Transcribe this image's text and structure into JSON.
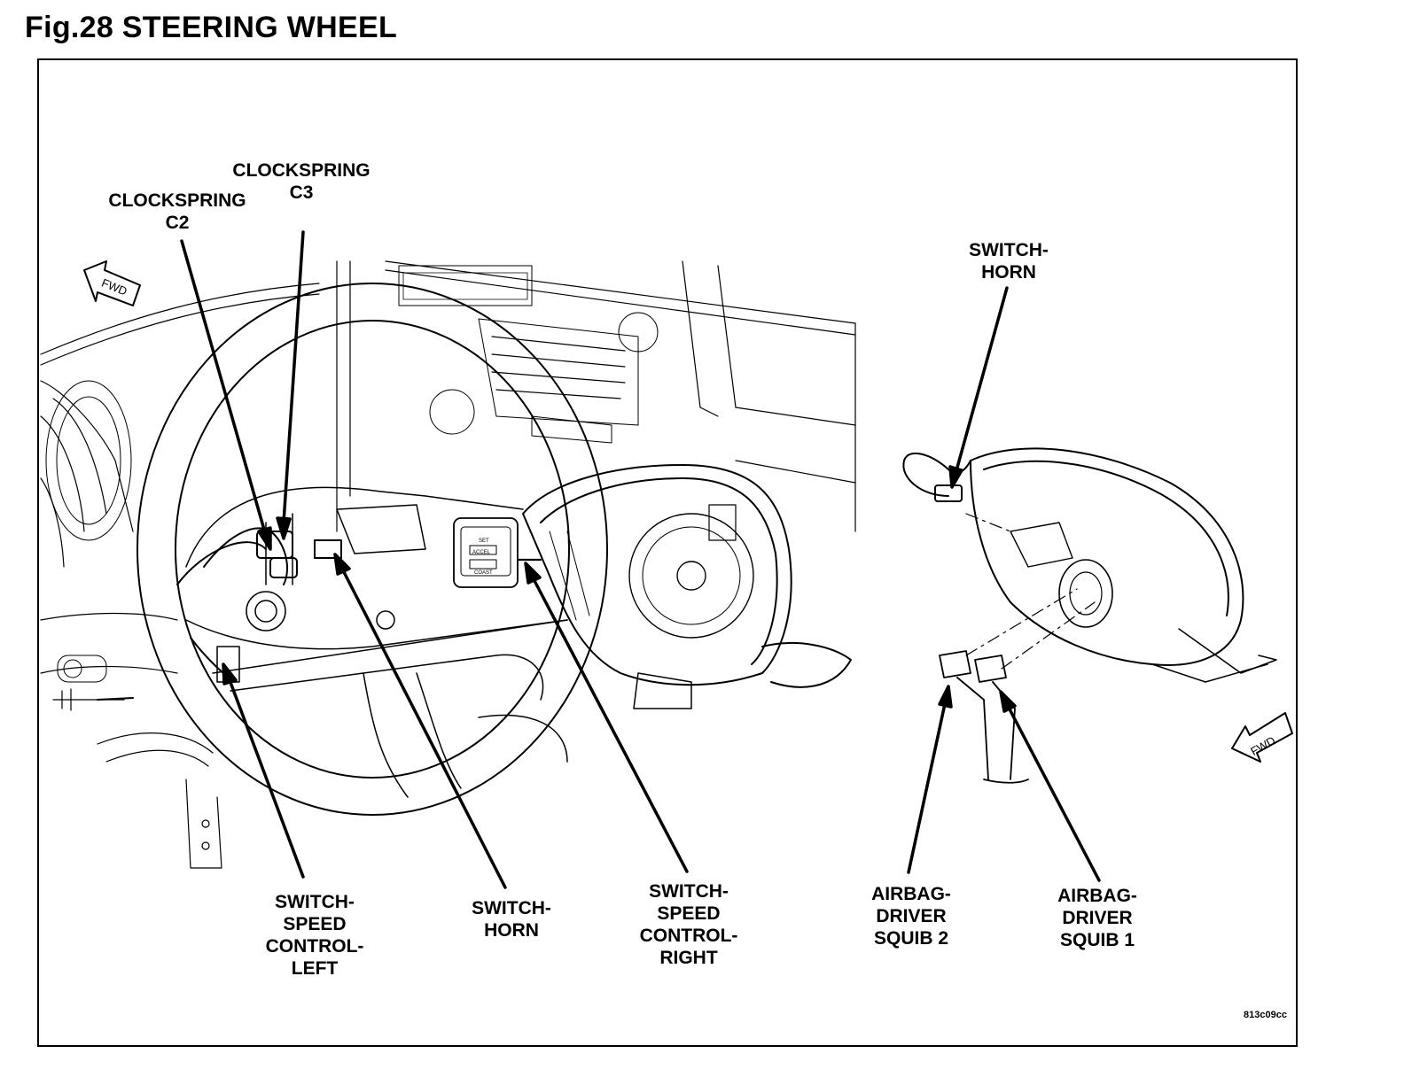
{
  "figure": {
    "title": "Fig.28 STEERING WHEEL",
    "code": "813c09cc"
  },
  "labels": {
    "clockspring_c3": [
      "CLOCKSPRING",
      "C3"
    ],
    "clockspring_c2": [
      "CLOCKSPRING",
      "C2"
    ],
    "switch_horn_top": [
      "SWITCH-",
      "HORN"
    ],
    "switch_speed_control_left": [
      "SWITCH-",
      "SPEED",
      "CONTROL-",
      "LEFT"
    ],
    "switch_horn_bottom": [
      "SWITCH-",
      "HORN"
    ],
    "switch_speed_control_right": [
      "SWITCH-",
      "SPEED",
      "CONTROL-",
      "RIGHT"
    ],
    "airbag_driver_squib_2": [
      "AIRBAG-",
      "DRIVER",
      "SQUIB 2"
    ],
    "airbag_driver_squib_1": [
      "AIRBAG-",
      "DRIVER",
      "SQUIB 1"
    ]
  },
  "arrows": {
    "fwd_label": "FWD"
  },
  "module_text": {
    "set": "SET",
    "accel": "ACCEL",
    "coast": "COAST"
  }
}
